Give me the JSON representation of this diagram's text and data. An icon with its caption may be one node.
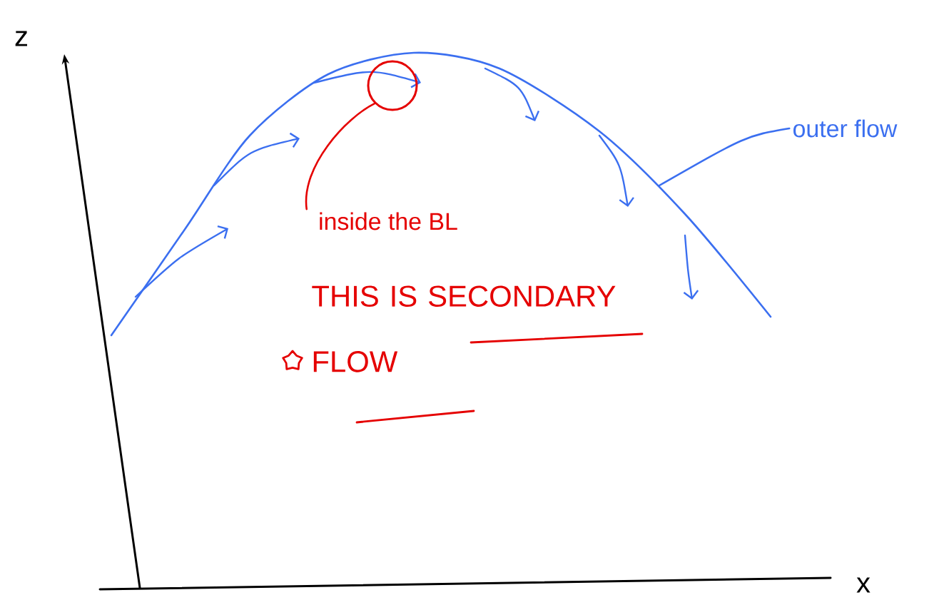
{
  "diagram": {
    "nodes": [
      {
        "text": [
          "inside the BL"
        ]
      },
      {
        "text": [],
        "shape": "circle"
      },
      {
        "text": [
          "outer flow"
        ]
      }
    ],
    "edges": [
      {
        "from": 0,
        "to": 1,
        "arrow": "none"
      },
      {
        "from": 2,
        "to": null,
        "arrow": "none",
        "color": "#3b6ff0"
      }
    ],
    "labels": [
      "z",
      "x",
      "THIS IS SECONDARY FLOW"
    ]
  }
}
